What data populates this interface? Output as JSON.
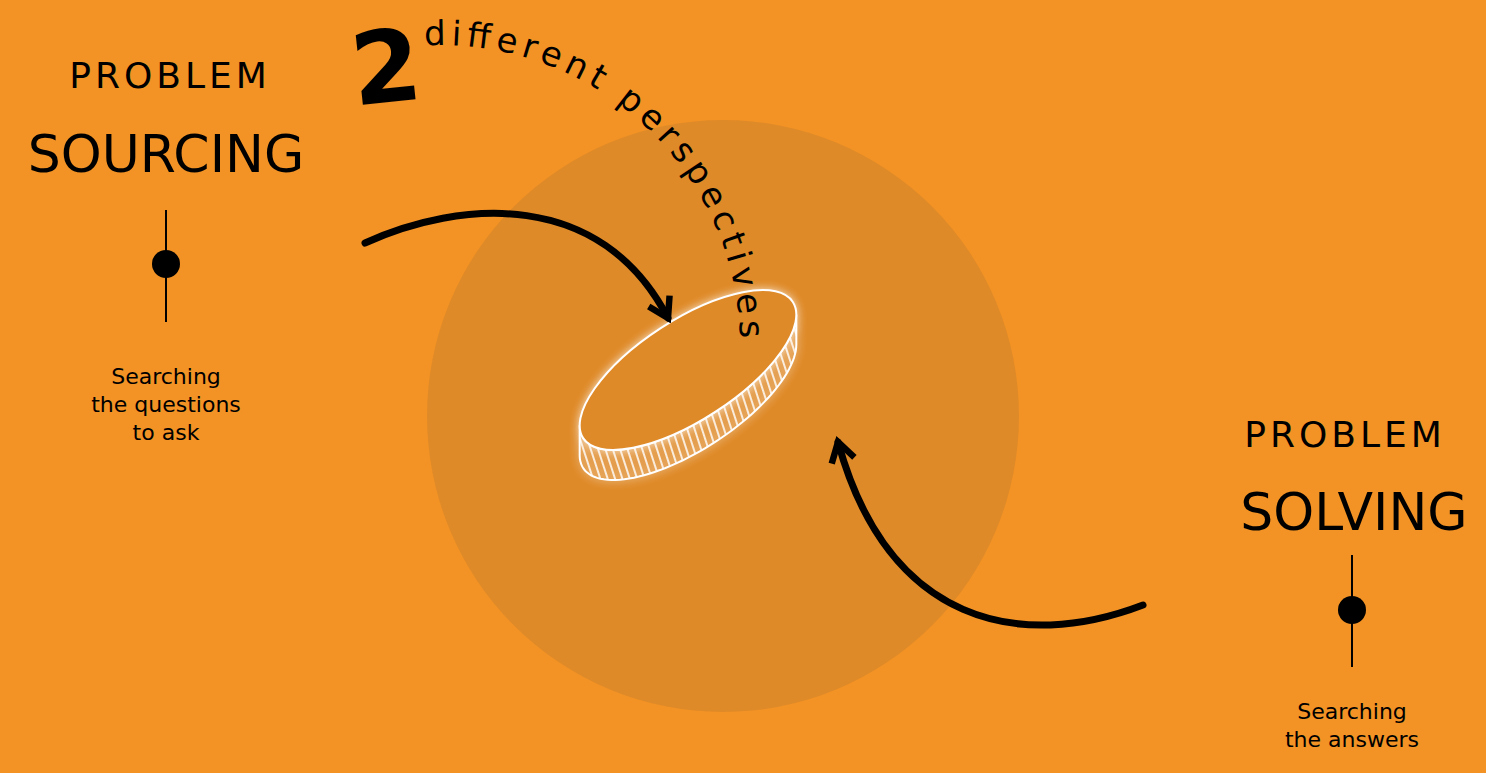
{
  "diagram": {
    "labels": [
      "PROBLEM",
      "SOURCING",
      "Searching the questions to ask",
      "2",
      "different perspectives",
      "PROBLEM",
      "SOLVING",
      "Searching the answers"
    ]
  }
}
